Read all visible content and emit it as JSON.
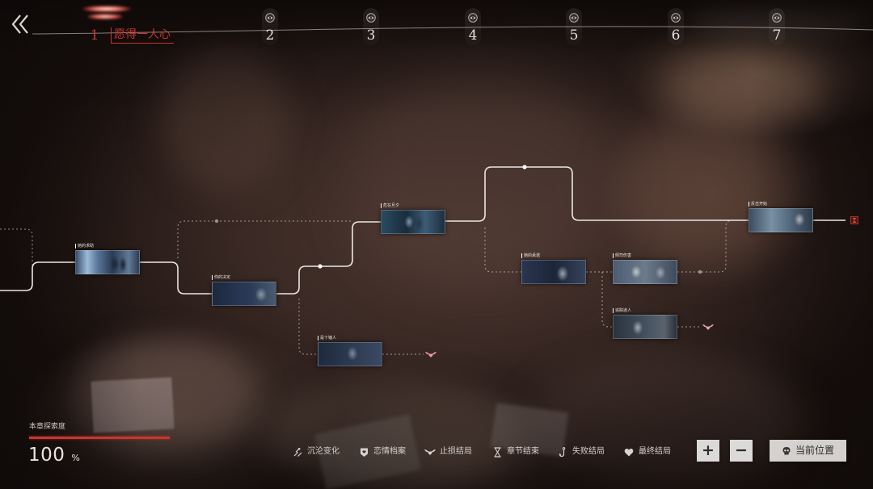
{
  "colors": {
    "accent_red": "#c8362f",
    "path_line": "#ebe7e3",
    "ending_marker_pink": "#e4a3ab",
    "panel_button": "#dcdad8"
  },
  "navigation": {
    "back_icon": "double-chevron-left-icon"
  },
  "chapters": [
    {
      "number": "1",
      "title": "愿得一人心",
      "active": true
    },
    {
      "number": "2",
      "icon": "eye-icon"
    },
    {
      "number": "3",
      "icon": "eye-icon"
    },
    {
      "number": "4",
      "icon": "eye-icon"
    },
    {
      "number": "5",
      "icon": "eye-icon"
    },
    {
      "number": "6",
      "icon": "eye-icon"
    },
    {
      "number": "7",
      "icon": "eye-icon"
    }
  ],
  "flow": {
    "nodes": [
      {
        "label": "她的求助"
      },
      {
        "label": "你的决定"
      },
      {
        "label": "危在旦夕"
      },
      {
        "label": "她的承诺"
      },
      {
        "label": "倾司伤害"
      },
      {
        "label": "追踪迷人"
      },
      {
        "label": "是十锤人"
      },
      {
        "label": "反击开始"
      }
    ],
    "end_markers": [
      "chapter-end-icon",
      "stop-loss-ending-icon",
      "stop-loss-ending-icon"
    ]
  },
  "progress": {
    "label": "本章探索度",
    "value": "100",
    "unit": "%",
    "fill_fraction": 1.0
  },
  "legend": [
    {
      "icon": "sink-change-icon",
      "label": "沉沦变化"
    },
    {
      "icon": "romance-file-icon",
      "label": "恋情档案"
    },
    {
      "icon": "stop-loss-ending-icon",
      "label": "止损结局"
    },
    {
      "icon": "hourglass-icon",
      "label": "章节结束"
    },
    {
      "icon": "hook-icon",
      "label": "失败结局"
    },
    {
      "icon": "heart-icon",
      "label": "最终结局"
    }
  ],
  "controls": {
    "zoom_in_label": "+",
    "zoom_out_label": "−",
    "locate_label": "当前位置",
    "locate_icon": "skull-icon"
  }
}
